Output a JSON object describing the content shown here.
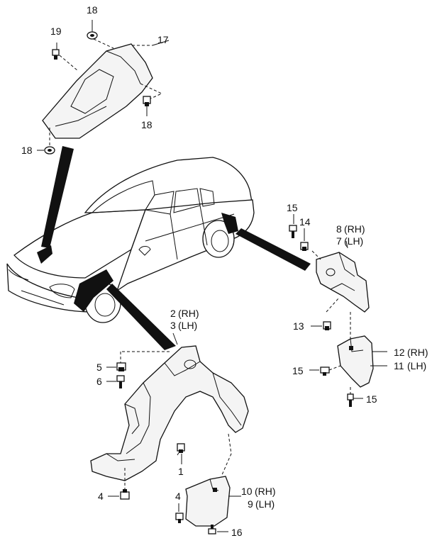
{
  "labels": {
    "l1": "1",
    "l2": "2",
    "l2s": "(RH)",
    "l3": "3",
    "l3s": "(LH)",
    "l4a": "4",
    "l4b": "4",
    "l5": "5",
    "l6": "6",
    "l7": "7",
    "l7s": "(LH)",
    "l8": "8",
    "l8s": "(RH)",
    "l9": "9",
    "l9s": "(LH)",
    "l10": "10",
    "l10s": "(RH)",
    "l11": "11",
    "l11s": "(LH)",
    "l12": "12",
    "l12s": "(RH)",
    "l13": "13",
    "l14": "14",
    "l15a": "15",
    "l15b": "15",
    "l15c": "15",
    "l16": "16",
    "l17": "17",
    "l18a": "18",
    "l18b": "18",
    "l18c": "18",
    "l19": "19"
  }
}
